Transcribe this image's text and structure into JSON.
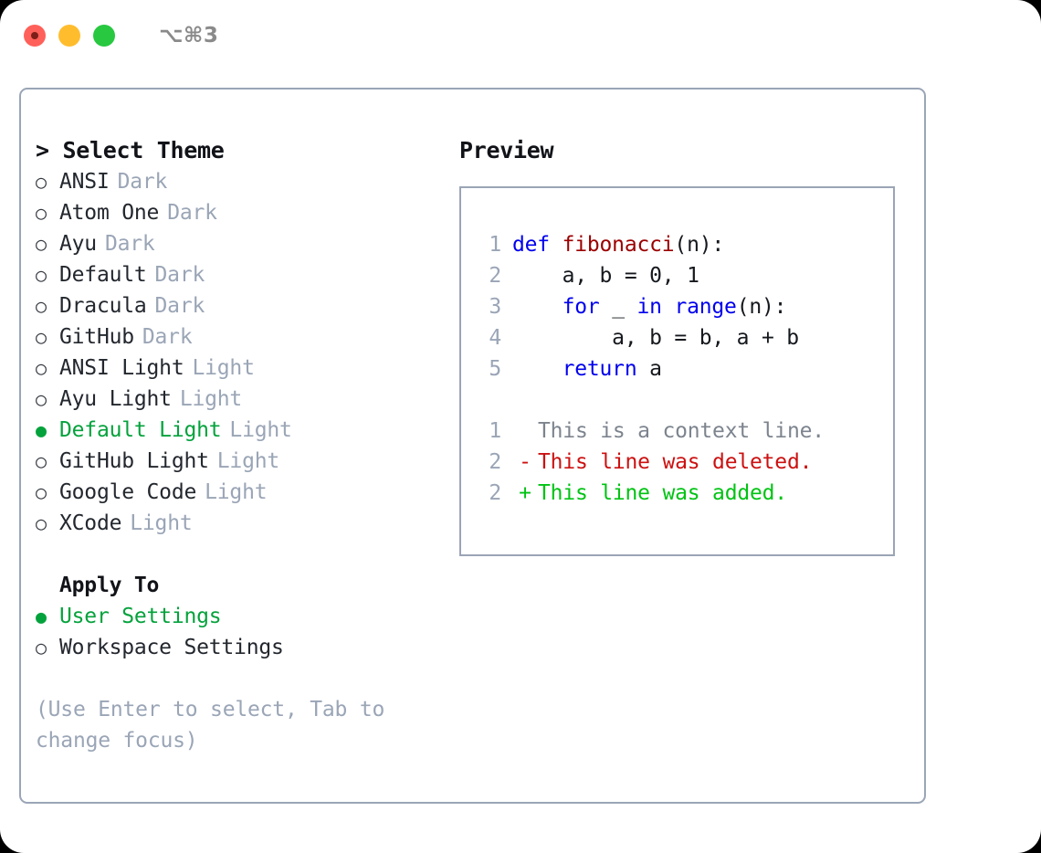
{
  "window": {
    "shortcut_label": "⌥⌘3",
    "traffic_lights": [
      "close",
      "minimize",
      "maximize"
    ]
  },
  "theme_picker": {
    "header": "> Select Theme",
    "bullet_selected": "●",
    "bullet_unselected": "○",
    "selected_theme": "Default Light",
    "themes": [
      {
        "name": "ANSI",
        "category": "Dark",
        "selected": false
      },
      {
        "name": "Atom One",
        "category": "Dark",
        "selected": false
      },
      {
        "name": "Ayu",
        "category": "Dark",
        "selected": false
      },
      {
        "name": "Default",
        "category": "Dark",
        "selected": false
      },
      {
        "name": "Dracula",
        "category": "Dark",
        "selected": false
      },
      {
        "name": "GitHub",
        "category": "Dark",
        "selected": false
      },
      {
        "name": "ANSI Light",
        "category": "Light",
        "selected": false
      },
      {
        "name": "Ayu Light",
        "category": "Light",
        "selected": false
      },
      {
        "name": "Default Light",
        "category": "Light",
        "selected": true
      },
      {
        "name": "GitHub Light",
        "category": "Light",
        "selected": false
      },
      {
        "name": "Google Code",
        "category": "Light",
        "selected": false
      },
      {
        "name": "XCode",
        "category": "Light",
        "selected": false
      }
    ]
  },
  "apply_to": {
    "header": "Apply To",
    "selected_option": "User Settings",
    "options": [
      {
        "label": "User Settings",
        "selected": true
      },
      {
        "label": "Workspace Settings",
        "selected": false
      }
    ]
  },
  "hint": "(Use Enter to select, Tab to change focus)",
  "preview": {
    "title": "Preview",
    "code_lines": [
      {
        "number": "1",
        "tokens": [
          {
            "text": "def ",
            "type": "kw"
          },
          {
            "text": "fibonacci",
            "type": "fn"
          },
          {
            "text": "(n):",
            "type": "plain"
          }
        ]
      },
      {
        "number": "2",
        "tokens": [
          {
            "text": "    a, b = ",
            "type": "plain"
          },
          {
            "text": "0",
            "type": "num"
          },
          {
            "text": ", ",
            "type": "plain"
          },
          {
            "text": "1",
            "type": "num"
          }
        ]
      },
      {
        "number": "3",
        "tokens": [
          {
            "text": "    ",
            "type": "plain"
          },
          {
            "text": "for",
            "type": "kw"
          },
          {
            "text": " _ ",
            "type": "plain"
          },
          {
            "text": "in",
            "type": "kw"
          },
          {
            "text": " ",
            "type": "plain"
          },
          {
            "text": "range",
            "type": "kw"
          },
          {
            "text": "(n):",
            "type": "plain"
          }
        ]
      },
      {
        "number": "4",
        "tokens": [
          {
            "text": "        a, b = b, a + b",
            "type": "plain"
          }
        ]
      },
      {
        "number": "5",
        "tokens": [
          {
            "text": "    ",
            "type": "plain"
          },
          {
            "text": "return",
            "type": "kw"
          },
          {
            "text": " a",
            "type": "plain"
          }
        ]
      }
    ],
    "diff_lines": [
      {
        "number": "1",
        "marker": " ",
        "marker_type": "ctx",
        "text": "This is a context line.",
        "type": "ctx"
      },
      {
        "number": "2",
        "marker": "-",
        "marker_type": "del",
        "text": "This line was deleted.",
        "type": "del"
      },
      {
        "number": "2",
        "marker": "+",
        "marker_type": "add",
        "text": "This line was added.",
        "type": "add"
      }
    ]
  },
  "colors": {
    "accent_green": "#04a23c",
    "border": "#9aa5b6",
    "muted": "#9aa5b6",
    "keyword_blue": "#0000ee",
    "function_red": "#9b0000",
    "diff_add": "#00c313",
    "diff_del": "#cc1111",
    "diff_ctx": "#7d848e"
  }
}
